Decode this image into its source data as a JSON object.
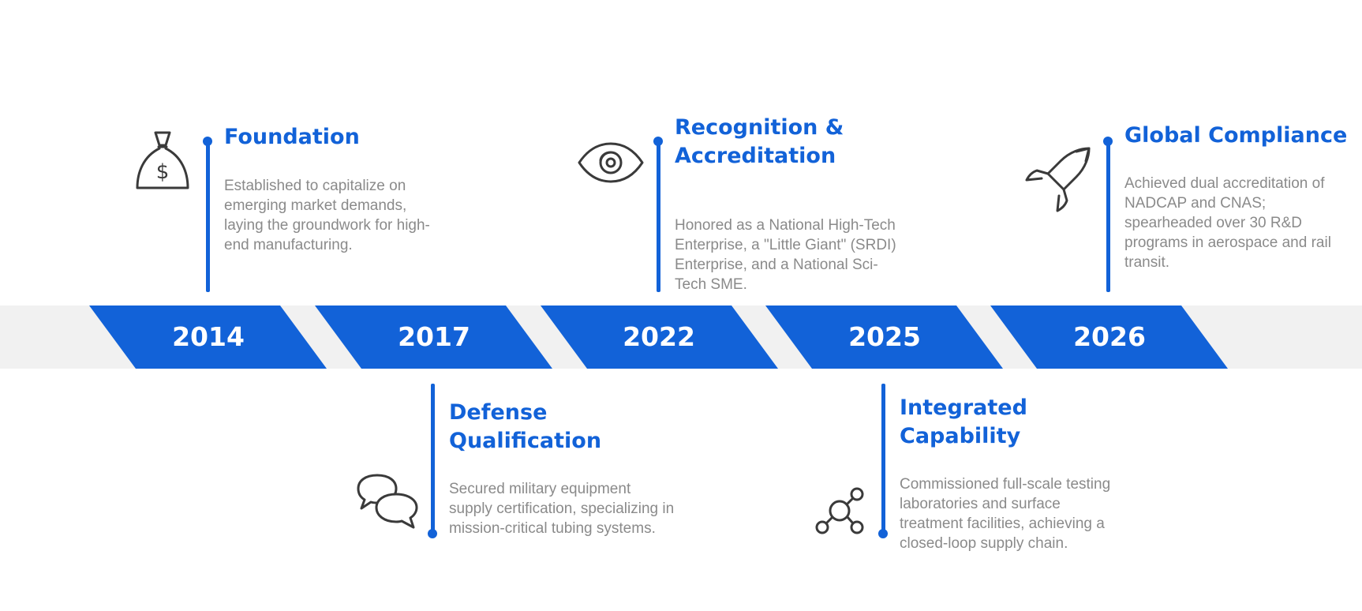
{
  "theme": {
    "accent": "#1262d8",
    "band": "#f1f1f1",
    "text_muted": "#8a8a8a",
    "icon": "#3a3a3a"
  },
  "milestones": [
    {
      "year": "2014",
      "title": "Foundation",
      "description": "Established to capitalize on emerging market demands, laying the groundwork for high-end manufacturing.",
      "icon": "money-bag-icon",
      "placement": "above"
    },
    {
      "year": "2017",
      "title": "Defense Qualification",
      "description": "Secured military equipment supply certification, specializing in mission-critical tubing systems.",
      "icon": "chat-bubbles-icon",
      "placement": "below"
    },
    {
      "year": "2022",
      "title": "Recognition & Accreditation",
      "description": "Honored as a National High-Tech Enterprise, a \"Little Giant\" (SRDI) Enterprise, and a National Sci-Tech SME.",
      "icon": "eye-icon",
      "placement": "above"
    },
    {
      "year": "2025",
      "title": "Integrated Capability",
      "description": "Commissioned full-scale testing laboratories and surface treatment facilities, achieving a closed-loop supply chain.",
      "icon": "network-nodes-icon",
      "placement": "below"
    },
    {
      "year": "2026",
      "title": "Global Compliance",
      "description": "Achieved dual accreditation of NADCAP and CNAS; spearheaded over 30 R&D programs in aerospace and rail transit.",
      "icon": "rocket-icon",
      "placement": "above"
    }
  ]
}
